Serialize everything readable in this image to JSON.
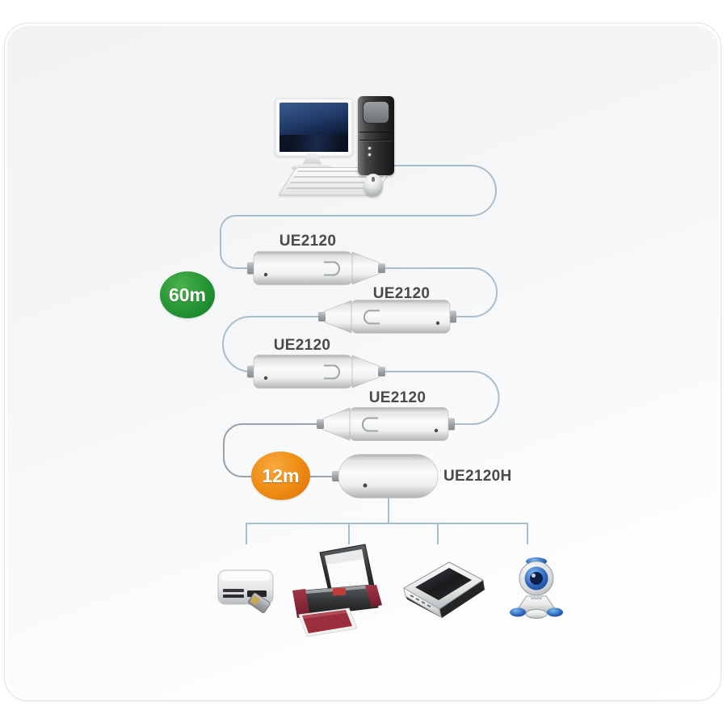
{
  "diagram": {
    "title_hidden": "",
    "computer": {
      "icon": "desktop-computer-icon"
    },
    "extenders": [
      {
        "label": "UE2120"
      },
      {
        "label": "UE2120"
      },
      {
        "label": "UE2120"
      },
      {
        "label": "UE2120"
      }
    ],
    "hub": {
      "label": "UE2120H",
      "icon": "usb-hub-icon"
    },
    "badges": {
      "total_distance": "60m",
      "segment_distance": "12m"
    },
    "devices": [
      {
        "icon": "card-reader-icon"
      },
      {
        "icon": "printer-icon"
      },
      {
        "icon": "scanner-icon"
      },
      {
        "icon": "webcam-icon"
      }
    ],
    "colors": {
      "cable": "#a9becd",
      "hub_cable": "#9aa3a9",
      "badge_green": "#259434",
      "badge_orange": "#ee8a10",
      "label_text": "#4a4a4c",
      "card_background": "#f3f4f5"
    }
  }
}
